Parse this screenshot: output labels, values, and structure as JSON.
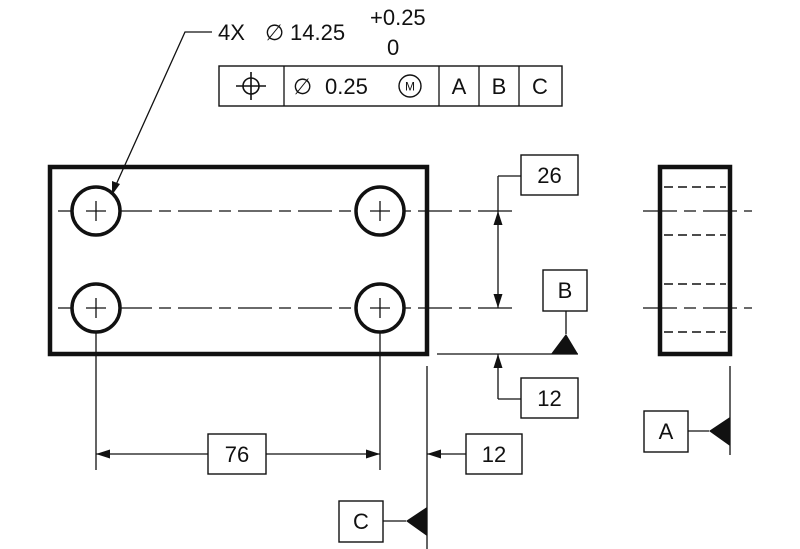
{
  "hole_callout": {
    "count": "4X",
    "diameter_symbol": "∅",
    "size": "14.25",
    "tol_upper": "+0.25",
    "tol_lower": "0"
  },
  "feature_control_frame": {
    "position_symbol": "position-icon",
    "diameter_symbol": "∅",
    "tolerance": "0.25",
    "modifier": "M",
    "datum_primary": "A",
    "datum_secondary": "B",
    "datum_tertiary": "C"
  },
  "dimensions": {
    "vertical_spacing": "26",
    "horizontal_spacing": "76",
    "offset_from_b": "12",
    "offset_from_c": "12"
  },
  "datums": {
    "a": "A",
    "b": "B",
    "c": "C"
  }
}
